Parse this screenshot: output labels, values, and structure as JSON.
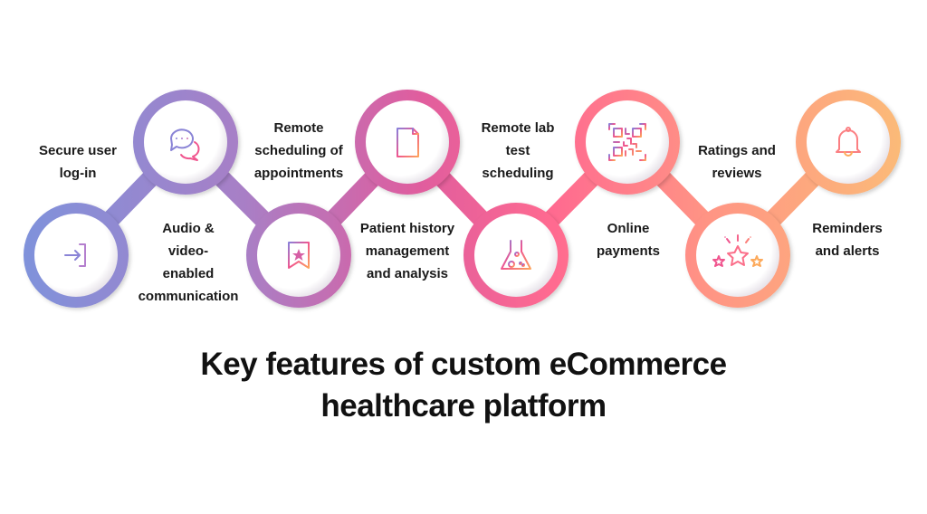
{
  "title": {
    "line1": "Key features of custom eCommerce",
    "line2": "healthcare platform"
  },
  "gradient": {
    "start": "#7f92db",
    "stop1": "#a57fc8",
    "stop2": "#e45c9c",
    "stop3": "#ff6f93",
    "end": "#fbb97a"
  },
  "features": [
    {
      "id": 1,
      "icon": "login-arrow-icon",
      "position": "bottom",
      "label_lines": [
        "Secure user",
        "log-in"
      ]
    },
    {
      "id": 2,
      "icon": "chat-bubbles-icon",
      "position": "top",
      "label_lines": [
        "Audio &",
        "video-",
        "enabled",
        "communication"
      ]
    },
    {
      "id": 3,
      "icon": "bookmark-star-icon",
      "position": "bottom",
      "label_lines": [
        "Remote",
        "scheduling of",
        "appointments"
      ]
    },
    {
      "id": 4,
      "icon": "medical-document-icon",
      "position": "top",
      "label_lines": [
        "Patient history",
        "management",
        "and analysis"
      ]
    },
    {
      "id": 5,
      "icon": "lab-flask-icon",
      "position": "bottom",
      "label_lines": [
        "Remote lab",
        "test",
        "scheduling"
      ]
    },
    {
      "id": 6,
      "icon": "qr-code-icon",
      "position": "top",
      "label_lines": [
        "Online",
        "payments"
      ]
    },
    {
      "id": 7,
      "icon": "rating-stars-icon",
      "position": "bottom",
      "label_lines": [
        "Ratings and",
        "reviews"
      ]
    },
    {
      "id": 8,
      "icon": "bell-icon",
      "position": "top",
      "label_lines": [
        "Reminders",
        "and alerts"
      ]
    }
  ],
  "labels": {
    "f1": "Secure user\nlog-in",
    "f2": "Audio &\nvideo-\nenabled\ncommunication",
    "f3": "Remote\nscheduling of\nappointments",
    "f4": "Patient history\nmanagement\nand analysis",
    "f5": "Remote lab\ntest\nscheduling",
    "f6": "Online\npayments",
    "f7": "Ratings and\nreviews",
    "f8": "Reminders\nand alerts"
  }
}
